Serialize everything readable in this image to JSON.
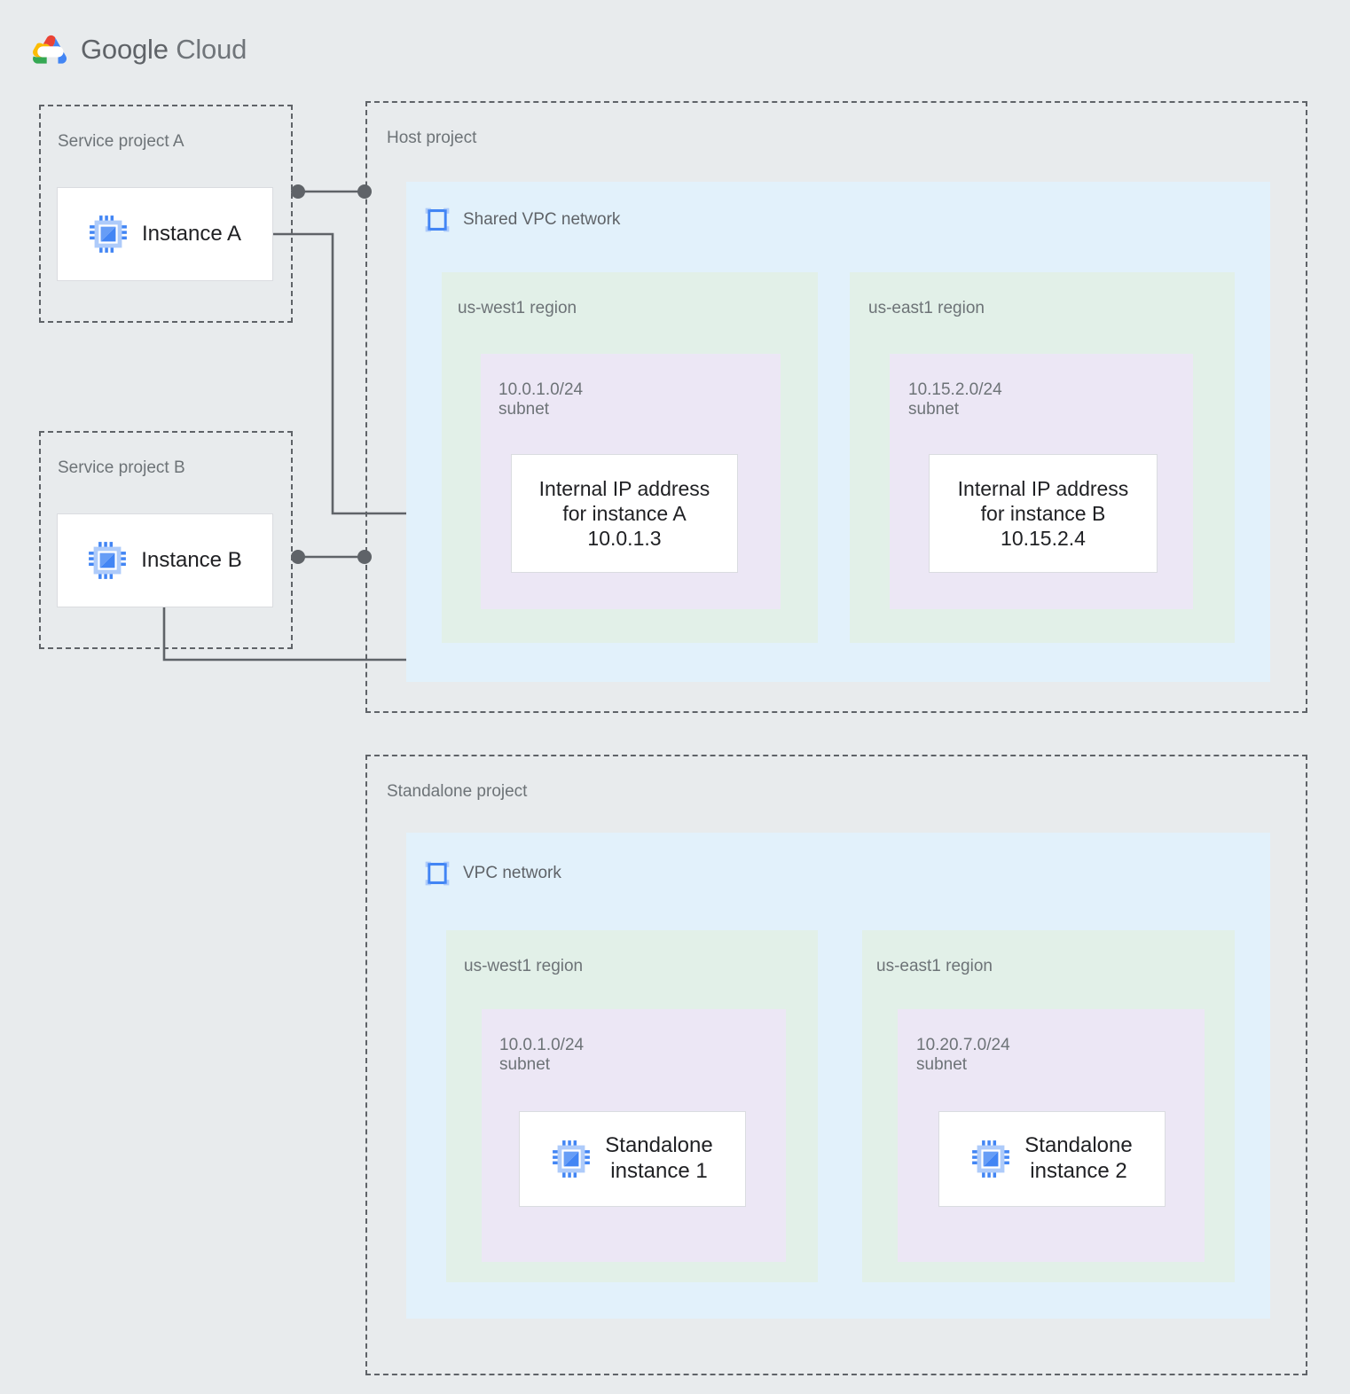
{
  "brand": {
    "word1": "Google",
    "word2": "Cloud",
    "logo_icon": "google-cloud-logo"
  },
  "colors": {
    "page_background": "#e8ebed",
    "vpc_network": "#e2f1fb",
    "region": "#e2f0e8",
    "subnet": "#ece7f5",
    "card": "#ffffff",
    "dashed_border": "#5f6368",
    "connector": "#5f6368",
    "label_text": "#6d7377",
    "card_text": "#202124",
    "icon_blue_dark": "#4285f4",
    "icon_blue_light": "#aecbfa"
  },
  "projects": [
    {
      "id": "service-project-a",
      "label": "Service project A",
      "instance": {
        "label": "Instance A",
        "icon": "cpu-chip-icon"
      }
    },
    {
      "id": "service-project-b",
      "label": "Service project B",
      "instance": {
        "label": "Instance B",
        "icon": "cpu-chip-icon"
      }
    },
    {
      "id": "host-project",
      "label": "Host project",
      "network": {
        "label": "Shared VPC network",
        "icon": "vpc-network-icon",
        "regions": [
          {
            "label": "us-west1 region",
            "subnet": {
              "label": "10.0.1.0/24\nsubnet",
              "cidr": "10.0.1.0/24",
              "card": "Internal IP address\nfor instance A\n10.0.1.3",
              "ip": "10.0.1.3"
            }
          },
          {
            "label": "us-east1 region",
            "subnet": {
              "label": "10.15.2.0/24\nsubnet",
              "cidr": "10.15.2.0/24",
              "card": "Internal IP address\nfor instance B\n10.15.2.4",
              "ip": "10.15.2.4"
            }
          }
        ]
      }
    },
    {
      "id": "standalone-project",
      "label": "Standalone project",
      "network": {
        "label": "VPC network",
        "icon": "vpc-network-icon",
        "regions": [
          {
            "label": "us-west1 region",
            "subnet": {
              "label": "10.0.1.0/24\nsubnet",
              "cidr": "10.0.1.0/24",
              "instance": {
                "label": "Standalone\ninstance 1",
                "icon": "cpu-chip-icon"
              }
            }
          },
          {
            "label": "us-east1 region",
            "subnet": {
              "label": "10.20.7.0/24\nsubnet",
              "cidr": "10.20.7.0/24",
              "instance": {
                "label": "Standalone\ninstance 2",
                "icon": "cpu-chip-icon"
              }
            }
          }
        ]
      }
    }
  ],
  "connectors": [
    {
      "id": "instance-a-to-host-project",
      "from": "Instance A",
      "to": "Host project boundary",
      "style": "dot-line-dot"
    },
    {
      "id": "instance-a-to-ip-a",
      "from": "Instance A",
      "to": "Internal IP address for instance A",
      "style": "elbow-dot"
    },
    {
      "id": "instance-b-to-host-project",
      "from": "Instance B",
      "to": "Host project boundary",
      "style": "dot-line-dot"
    },
    {
      "id": "instance-b-to-ip-b",
      "from": "Instance B",
      "to": "Internal IP address for instance B",
      "style": "elbow-dot"
    },
    {
      "id": "standalone-1-to-standalone-2",
      "from": "Standalone instance 1",
      "to": "Standalone instance 2",
      "style": "line"
    }
  ]
}
